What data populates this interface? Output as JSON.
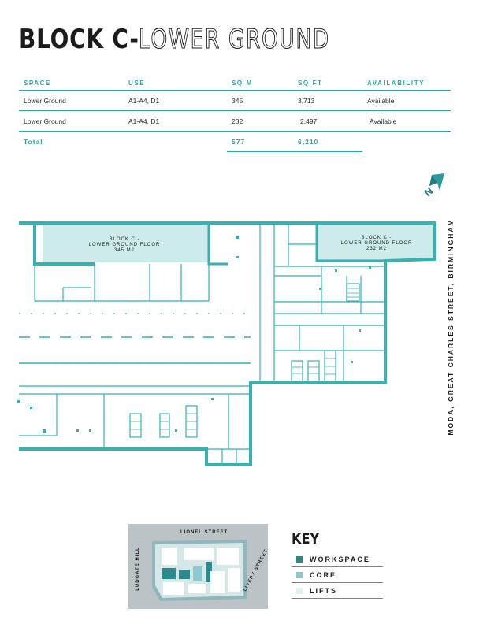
{
  "title": {
    "bold": "BLOCK C-",
    "light": "LOWER GROUND"
  },
  "table": {
    "headers": [
      "SPACE",
      "USE",
      "SQ M",
      "SQ FT",
      "AVAILABILITY"
    ],
    "rows": [
      {
        "space": "Lower Ground",
        "use": "A1-A4, D1",
        "sqm": "345",
        "sqft": "3,713",
        "availability": "Available"
      },
      {
        "space": "Lower Ground",
        "use": "A1-A4, D1",
        "sqm": "232",
        "sqft": "2,497",
        "availability": "Available"
      }
    ],
    "total": {
      "label": "Total",
      "sqm": "577",
      "sqft": "6,210"
    }
  },
  "plan": {
    "unit1_line1": "BLOCK C -",
    "unit1_line2": "LOWER GROUND FLOOR",
    "unit1_line3": "345 M2",
    "unit2_line1": "BLOCK C -",
    "unit2_line2": "LOWER GROUND FLOOR",
    "unit2_line3": "232 M2",
    "north": "N",
    "street": "MODA, GREAT CHARLES STREET, BIRMINGHAM"
  },
  "location_map": {
    "north": "LIONEL STREET",
    "west": "LUDGATE HILL",
    "east": "LIVERY STREET"
  },
  "key": {
    "title": "KEY",
    "items": [
      {
        "label": "WORKSPACE",
        "color": "#2b8b8c"
      },
      {
        "label": "CORE",
        "color": "#8fc9d0"
      },
      {
        "label": "LIFTS",
        "color": "#dff2f1"
      }
    ]
  },
  "colors": {
    "accent": "#2aa8a8",
    "highlight": "#cdebea",
    "wall": "#35b2b2"
  }
}
